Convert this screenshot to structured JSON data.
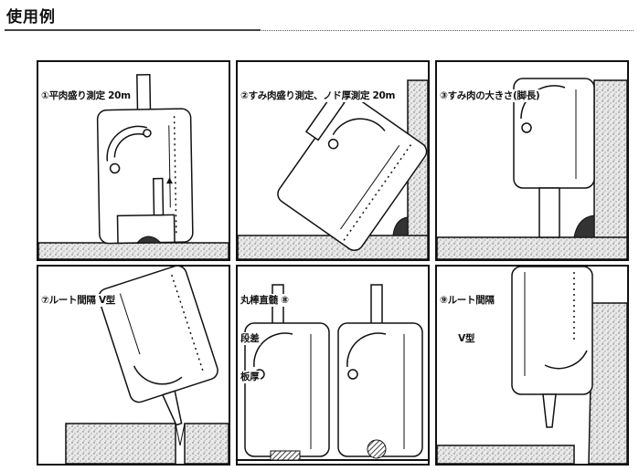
{
  "page": {
    "title": "使用例"
  },
  "panels": [
    {
      "id": "p1",
      "caption": [
        "①平肉盛り測定 20m"
      ]
    },
    {
      "id": "p2",
      "caption": [
        "②すみ肉盛り測定、ノド厚測定 20m"
      ]
    },
    {
      "id": "p3",
      "caption": [
        "③すみ肉の大きさ(脚長)"
      ]
    },
    {
      "id": "p4",
      "caption": [
        "⑦ルート間隔 V型"
      ]
    },
    {
      "id": "p5",
      "caption": [
        "丸棒直髄 ⑧",
        "段差",
        "板厚"
      ]
    },
    {
      "id": "p6",
      "caption": [
        "⑨ルート間隔",
        "      V型"
      ]
    }
  ],
  "colors": {
    "line": "#111111",
    "plate_fill": "#d8d8d8",
    "weld_fill": "#333333"
  }
}
